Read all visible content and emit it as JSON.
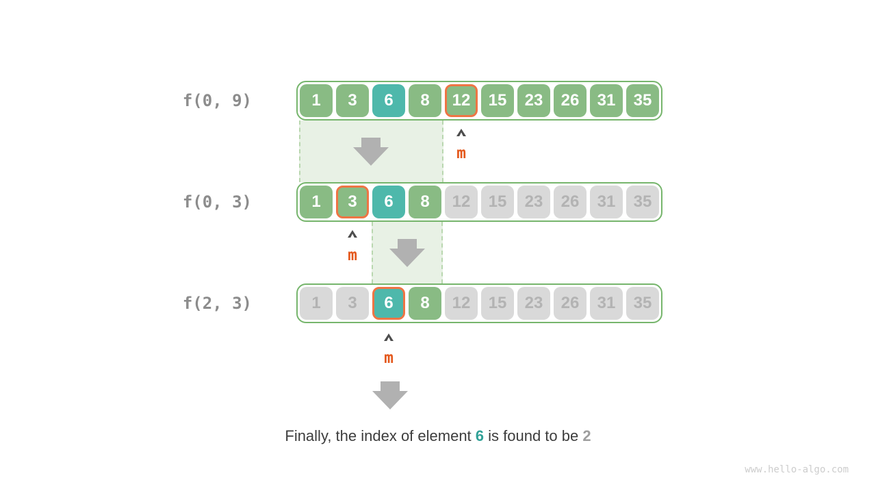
{
  "rows": [
    {
      "label": "f(0, 9)",
      "marker_label": "m",
      "cells": [
        {
          "v": "1",
          "s": "green"
        },
        {
          "v": "3",
          "s": "green"
        },
        {
          "v": "6",
          "s": "teal"
        },
        {
          "v": "8",
          "s": "green"
        },
        {
          "v": "12",
          "s": "green",
          "mid": true
        },
        {
          "v": "15",
          "s": "green"
        },
        {
          "v": "23",
          "s": "green"
        },
        {
          "v": "26",
          "s": "green"
        },
        {
          "v": "31",
          "s": "green"
        },
        {
          "v": "35",
          "s": "green"
        }
      ]
    },
    {
      "label": "f(0, 3)",
      "marker_label": "m",
      "cells": [
        {
          "v": "1",
          "s": "green"
        },
        {
          "v": "3",
          "s": "green",
          "mid": true
        },
        {
          "v": "6",
          "s": "teal"
        },
        {
          "v": "8",
          "s": "green"
        },
        {
          "v": "12",
          "s": "gray"
        },
        {
          "v": "15",
          "s": "gray"
        },
        {
          "v": "23",
          "s": "gray"
        },
        {
          "v": "26",
          "s": "gray"
        },
        {
          "v": "31",
          "s": "gray"
        },
        {
          "v": "35",
          "s": "gray"
        }
      ]
    },
    {
      "label": "f(2, 3)",
      "marker_label": "m",
      "cells": [
        {
          "v": "1",
          "s": "gray"
        },
        {
          "v": "3",
          "s": "gray"
        },
        {
          "v": "6",
          "s": "teal",
          "mid": true
        },
        {
          "v": "8",
          "s": "green"
        },
        {
          "v": "12",
          "s": "gray"
        },
        {
          "v": "15",
          "s": "gray"
        },
        {
          "v": "23",
          "s": "gray"
        },
        {
          "v": "26",
          "s": "gray"
        },
        {
          "v": "31",
          "s": "gray"
        },
        {
          "v": "35",
          "s": "gray"
        }
      ]
    }
  ],
  "caption": {
    "prefix": "Finally, the index of element ",
    "target": "6",
    "middle": " is found to be ",
    "result": "2"
  },
  "watermark": "www.hello-algo.com",
  "colors": {
    "cell_green": "#89bb84",
    "cell_teal": "#4eb8ab",
    "cell_gray": "#d9d9d9",
    "mid_border_orange": "#ee7544",
    "m_label_orange": "#e4581c",
    "array_border_green": "#76b56c",
    "region_fill": "#e8f1e5",
    "arrow_gray": "#b1b1b1",
    "label_gray": "#8c8c8c"
  }
}
